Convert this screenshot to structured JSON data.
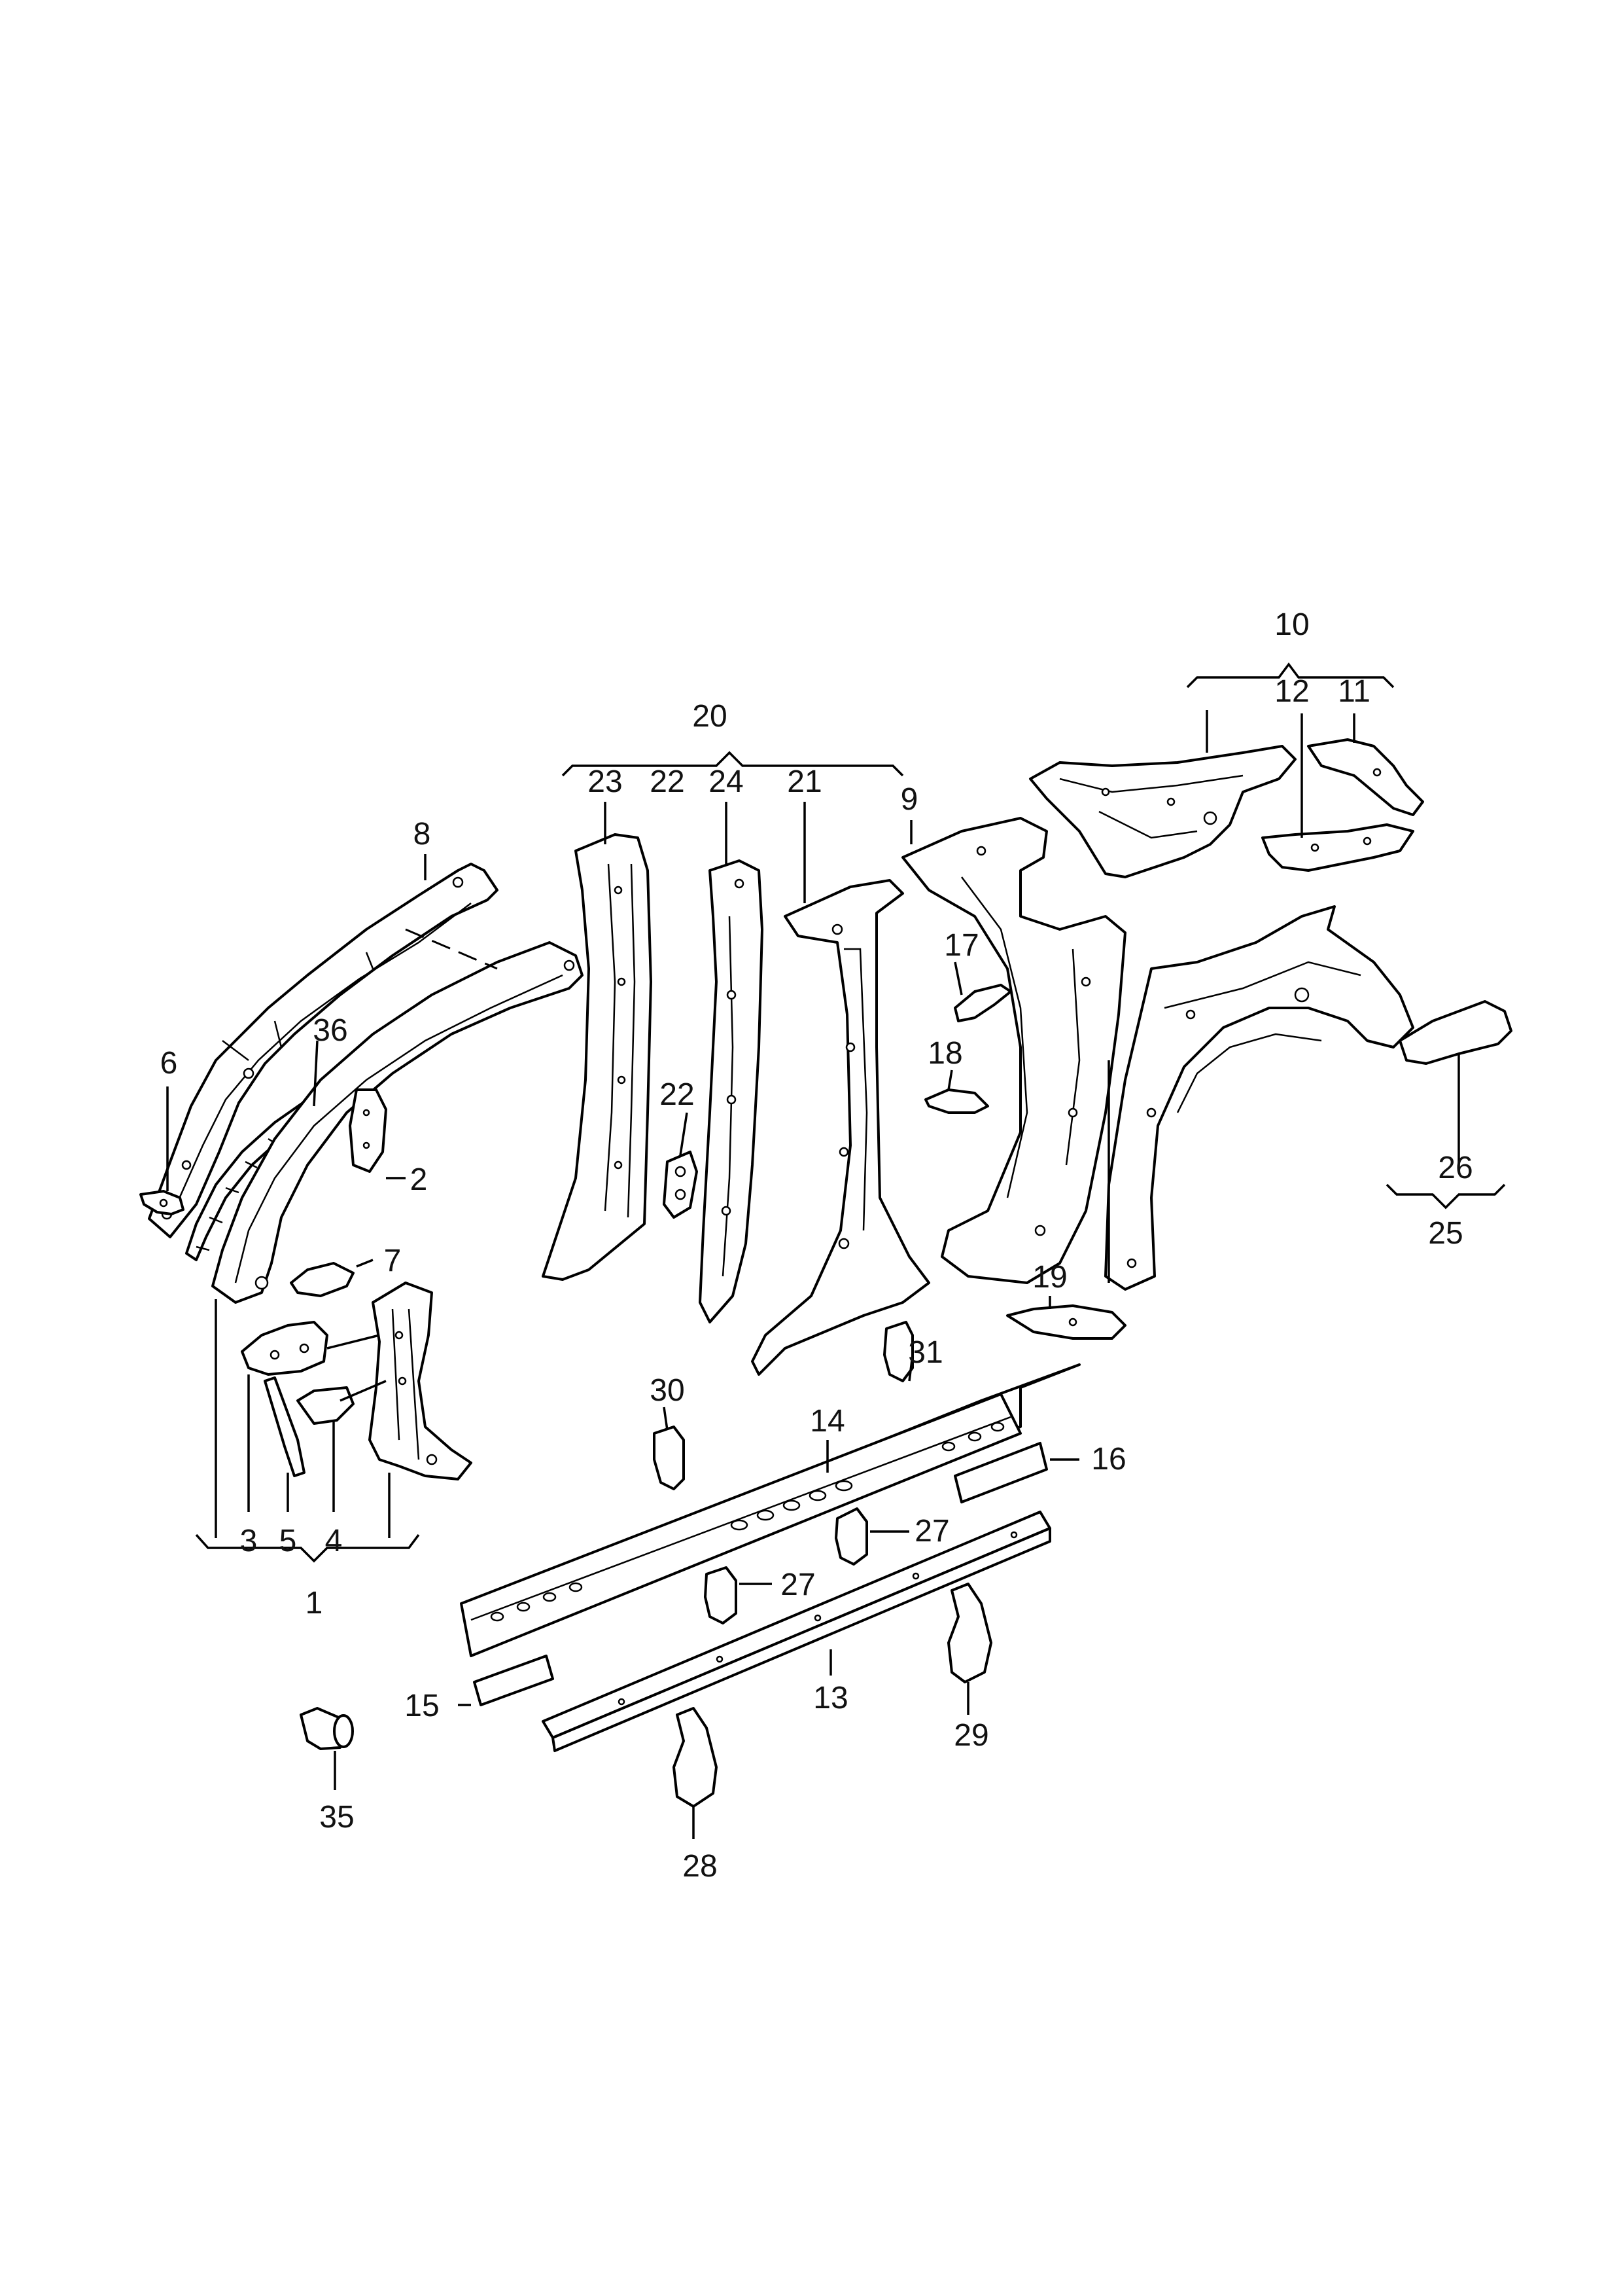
{
  "labels": {
    "p1": "1",
    "p2": "2",
    "p3": "3",
    "p4": "4",
    "p5": "5",
    "p6": "6",
    "p7": "7",
    "p8": "8",
    "p9": "9",
    "p10": "10",
    "p11": "11",
    "p12": "12",
    "p13": "13",
    "p14": "14",
    "p15": "15",
    "p16": "16",
    "p17": "17",
    "p18": "18",
    "p19": "19",
    "p20": "20",
    "p21": "21",
    "p22a": "22",
    "p22b": "22",
    "p23": "23",
    "p24": "24",
    "p25": "25",
    "p26": "26",
    "p27a": "27",
    "p27b": "27",
    "p28": "28",
    "p29": "29",
    "p30": "30",
    "p31": "31",
    "p35": "35",
    "p36": "36"
  }
}
